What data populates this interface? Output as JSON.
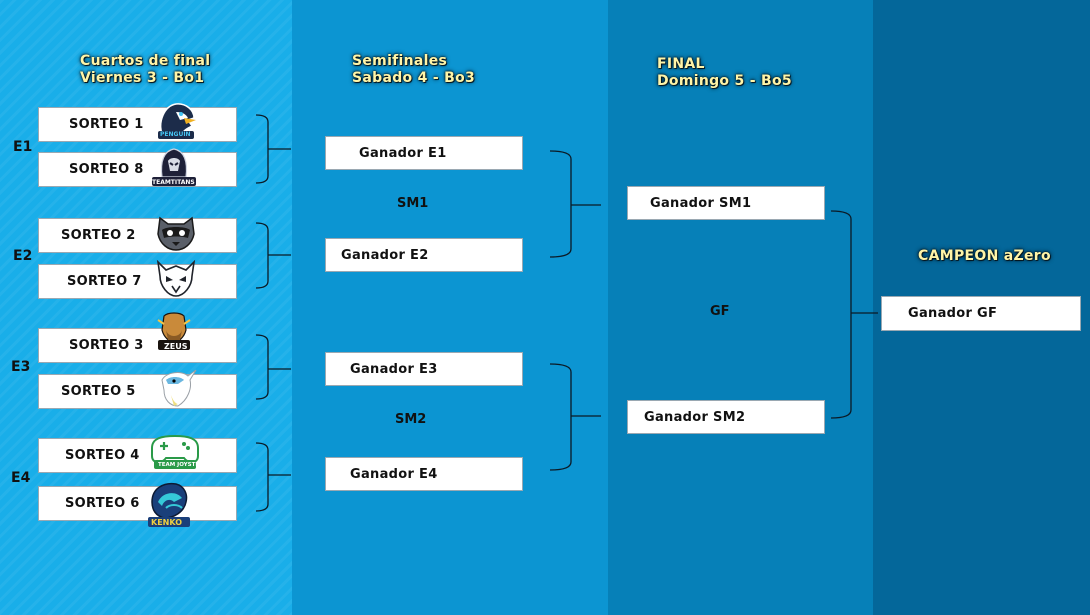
{
  "headings": {
    "quarters_line1": "Cuartos de final",
    "quarters_line2": "Viernes 3 - Bo1",
    "semis_line1": "Semifinales",
    "semis_line2": "Sabado 4 - Bo3",
    "final_line1": "FINAL",
    "final_line2": "Domingo 5 - Bo5",
    "champion": "CAMPEON aZero"
  },
  "groups": [
    "E1",
    "E2",
    "E3",
    "E4"
  ],
  "quarterfinals": [
    {
      "label": "SORTEO 1",
      "team": "PENGUIN"
    },
    {
      "label": "SORTEO 8",
      "team": "TEAMTITANS"
    },
    {
      "label": "SORTEO 2",
      "team": "RACCOON"
    },
    {
      "label": "SORTEO 7",
      "team": ""
    },
    {
      "label": "SORTEO 3",
      "team": "ZEUS"
    },
    {
      "label": "SORTEO 5",
      "team": ""
    },
    {
      "label": "SORTEO 4",
      "team": "TEAM JOYSTICK"
    },
    {
      "label": "SORTEO 6",
      "team": "KENKO"
    }
  ],
  "semifinals": [
    {
      "label": "Ganador E1"
    },
    {
      "label": "Ganador E2"
    },
    {
      "label": "Ganador E3"
    },
    {
      "label": "Ganador E4"
    }
  ],
  "semi_matches": [
    "SM1",
    "SM2"
  ],
  "finals": [
    {
      "label": "Ganador SM1"
    },
    {
      "label": "Ganador SM2"
    }
  ],
  "final_match": "GF",
  "champion_slot": {
    "label": "Ganador GF"
  },
  "icons": [
    "penguin-logo-icon",
    "titan-reaper-logo-icon",
    "raccoon-logo-icon",
    "dragon-mask-logo-icon",
    "zeus-logo-icon",
    "bird-logo-icon",
    "joystick-logo-icon",
    "kenko-dragon-logo-icon"
  ],
  "colors": {
    "panel1": "#19aee9",
    "panel2": "#0c95d2",
    "panel3": "#0680b8",
    "panel4": "#04679a",
    "heading_text": "#fff5a8"
  }
}
